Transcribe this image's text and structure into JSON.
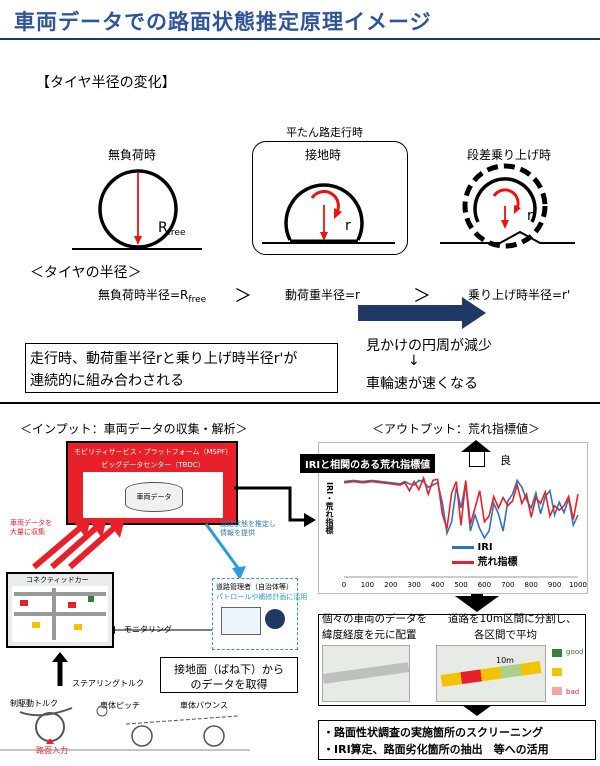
{
  "title": "車両データでの路面状態推定原理イメージ",
  "top": {
    "section_heading": "【タイヤ半径の変化】",
    "flat_road_label": "平たん路走行時",
    "state_no_load": "無負荷時",
    "state_contact": "接地時",
    "state_step": "段差乗り上げ時",
    "r_free_label": "R",
    "r_free_sub": "free",
    "r_label": "r",
    "r_prime_label": "r'",
    "tire_radius_heading": "＜タイヤの半径＞",
    "radius_no_load": "無負荷時半径=R",
    "radius_no_load_sub": "free",
    "gt1": "＞",
    "radius_loaded": "動荷重半径=r",
    "gt2": "＞",
    "radius_step": "乗り上げ時半径=r'",
    "note_line1": "走行時、動荷重半径rと乗り上げ時半径r'が",
    "note_line2": "連続的に組み合わされる",
    "effect1": "見かけの円周が減少",
    "effect_arrow": "↓",
    "effect2": "車輪速が速くなる"
  },
  "bottom": {
    "input_heading": "＜インプット：車両データの収集・解析＞",
    "output_heading": "＜アウトプット：荒れ指標値＞",
    "mspf_label": "モビリティサービス・プラットフォーム（MSPF）",
    "tbdc_label": "ビッグデータセンター（TBDC）",
    "vehicle_data_label": "車両データ",
    "collect_label_1": "車両データを",
    "collect_label_2": "大量に収集",
    "provide_label_1": "道路状態を推定し",
    "provide_label_2": "情報を提供",
    "connected_car_label": "コネクティッドカー",
    "monitoring_label": "モニタリング",
    "road_admin_1": "道路管理者（自治体等）",
    "road_admin_2": "パトロールや補修計画に活用",
    "steering_label": "ステアリングトルク",
    "brake_torque_label": "制駆動トルク",
    "body_pitch_label": "車体ピッチ",
    "body_bounce_label": "車体バウンス",
    "road_input_label": "路面入力",
    "contact_data_1": "接地面（ばね下）から",
    "contact_data_2": "のデータを取得",
    "corr_label": "IRIと相関のある荒れ指標値",
    "good_label": "良",
    "yaxis_label": "IRI・荒れ指標",
    "step1_1": "個々の車両のデータを",
    "step1_2": "緯度経度を元に配置",
    "step2_1": "道路を10m区間に分割し、",
    "step2_2": "各区間で平均",
    "ten_m_label": "10m",
    "scale_good": "good",
    "scale_bad": "bad",
    "result_1": "・路面性状調査の実施箇所のスクリーニング",
    "result_2": "・IRI算定、路面劣化箇所の抽出　等への活用"
  },
  "chart_data": {
    "type": "line",
    "xlim": [
      0,
      1000
    ],
    "ylim": [
      0,
      10
    ],
    "xticks": [
      "0",
      "100",
      "200",
      "300",
      "400",
      "500",
      "600",
      "700",
      "800",
      "900",
      "1000"
    ],
    "series": [
      {
        "name": "IRI",
        "color": "#2e75b6",
        "x": [
          0,
          40,
          80,
          120,
          160,
          200,
          240,
          260,
          280,
          300,
          320,
          340,
          360,
          380,
          400,
          420,
          440,
          460,
          480,
          500,
          520,
          540,
          560,
          580,
          600,
          620,
          640,
          660,
          680,
          700,
          720,
          740,
          760,
          780,
          800,
          820,
          840,
          860,
          880,
          900,
          920,
          940,
          960,
          980,
          1000
        ],
        "y": [
          8.3,
          8.4,
          8.3,
          8.4,
          8.3,
          8.2,
          8.1,
          8.3,
          8.1,
          8.0,
          8.4,
          8.3,
          7.8,
          8.0,
          8.2,
          6.5,
          3.8,
          4.8,
          7.8,
          6.0,
          8.2,
          4.0,
          5.4,
          4.2,
          3.4,
          4.0,
          6.4,
          5.5,
          4.0,
          6.6,
          7.2,
          8.4,
          7.8,
          6.7,
          6.0,
          7.3,
          5.5,
          7.0,
          7.5,
          5.4,
          6.5,
          5.6,
          6.8,
          4.5,
          5.4
        ]
      },
      {
        "name": "荒れ指標",
        "color": "#e8202a",
        "x": [
          0,
          40,
          80,
          120,
          160,
          200,
          240,
          260,
          280,
          300,
          320,
          340,
          360,
          380,
          400,
          420,
          440,
          460,
          480,
          500,
          520,
          540,
          560,
          580,
          600,
          620,
          640,
          660,
          680,
          700,
          720,
          740,
          760,
          780,
          800,
          820,
          840,
          860,
          880,
          900,
          920,
          940,
          960,
          980,
          1000
        ],
        "y": [
          8.2,
          8.3,
          8.2,
          8.3,
          8.2,
          8.1,
          8.0,
          8.2,
          7.5,
          8.3,
          7.6,
          8.6,
          7.2,
          8.4,
          8.5,
          5.5,
          4.2,
          7.3,
          8.3,
          4.5,
          8.4,
          4.6,
          6.0,
          7.5,
          4.8,
          5.3,
          7.0,
          6.0,
          6.9,
          6.2,
          6.6,
          8.0,
          6.4,
          7.2,
          5.2,
          6.9,
          6.4,
          7.4,
          5.3,
          6.2,
          5.8,
          6.2,
          7.0,
          5.0,
          7.2
        ]
      }
    ]
  }
}
